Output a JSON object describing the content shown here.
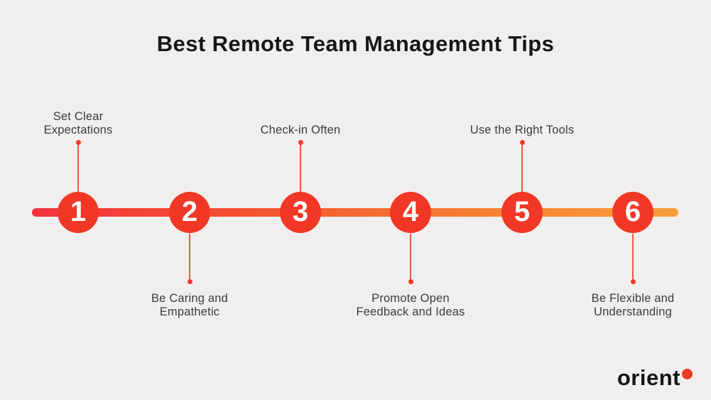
{
  "title": "Best Remote Team Management Tips",
  "colors": {
    "bg": "#f1efed",
    "title": "#171717",
    "label": "#3b3b3b",
    "circle": "#f13726",
    "number": "#ffffff",
    "connector": "#f25a45",
    "bar1": "#f2333e",
    "bar2": "#f4502f",
    "bar3": "#f67c33",
    "bar4": "#f89e3b",
    "logo_text": "#151515",
    "logo_dot": "#f13a22"
  },
  "timeline": {
    "items": [
      {
        "number": "1",
        "position": "above",
        "lines": [
          "Set Clear",
          "Expectations"
        ]
      },
      {
        "number": "2",
        "position": "below",
        "lines": [
          "Be Caring and",
          "Empathetic"
        ]
      },
      {
        "number": "3",
        "position": "above",
        "lines": [
          "Check-in Often"
        ]
      },
      {
        "number": "4",
        "position": "below",
        "lines": [
          "Promote Open",
          "Feedback and Ideas"
        ]
      },
      {
        "number": "5",
        "position": "above",
        "lines": [
          "Use the Right Tools"
        ]
      },
      {
        "number": "6",
        "position": "below",
        "lines": [
          "Be Flexible and",
          "Understanding"
        ]
      }
    ]
  },
  "brand": {
    "name": "orient"
  }
}
